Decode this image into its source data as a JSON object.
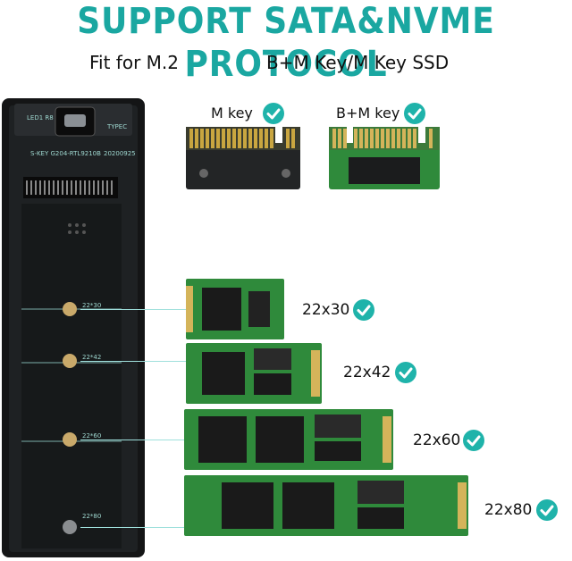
{
  "title": "SUPPORT SATA&NVME PROTOCOL",
  "subtitle": {
    "left": "Fit for M.2",
    "right": "B+M Key/M Key  SSD"
  },
  "keys": [
    {
      "label": "M key"
    },
    {
      "label": "B+M key"
    }
  ],
  "sizes": [
    {
      "label": "22x30",
      "slot_label": "22*30"
    },
    {
      "label": "22x42",
      "slot_label": "22*42"
    },
    {
      "label": "22x60",
      "slot_label": "22*60"
    },
    {
      "label": "22x80",
      "slot_label": "22*80"
    }
  ],
  "board_text": {
    "top_left": "LED1  R8",
    "port": "TYPEC",
    "chip": "S-KEY  G204-RTL9210B",
    "code": "20200925"
  },
  "colors": {
    "accent": "#1fb3aa",
    "title": "#1aa7a1",
    "enclosure": "#1b1d1f",
    "pcb_green": "#2e8b3a",
    "chip": "#1a1a1a"
  },
  "icons": [
    "check-circle-icon"
  ]
}
